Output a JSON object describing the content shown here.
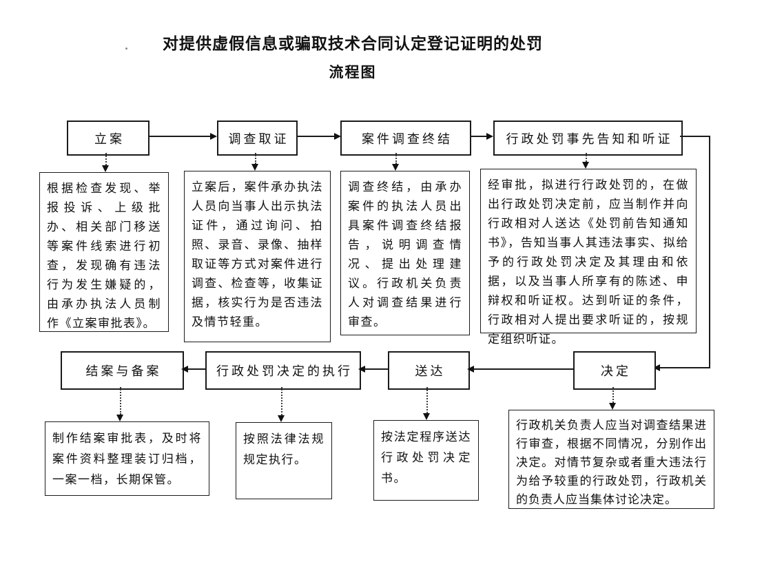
{
  "title": "对提供虚假信息或骗取技术合同认定登记证明的处罚",
  "subtitle": "流程图",
  "colors": {
    "background": "#ffffff",
    "line": "#1a1a1a",
    "text": "#111111"
  },
  "flow": {
    "forward": [
      {
        "label": "立案",
        "desc": "根据检查发现、举报投诉、上级批办、相关部门移送等案件线索进行初查，发现确有违法行为发生嫌疑的，由承办执法人员制作《立案审批表》。"
      },
      {
        "label": "调查取证",
        "desc": "立案后，案件承办执法人员向当事人出示执法证件，通过询问、拍照、录音、录像、抽样取证等方式对案件进行调查、检查等，收集证据，核实行为是否违法及情节轻重。"
      },
      {
        "label": "案件调查终结",
        "desc": "调查终结，由承办案件的执法人员出具案件调查终结报告，说明调查情况、提出处理建议。行政机关负责人对调查结果进行审查。"
      },
      {
        "label": "行政处罚事先告知和听证",
        "desc": "经审批，拟进行行政处罚的，在做出行政处罚决定前，应当制作并向行政相对人送达《处罚前告知通知书》，告知当事人其违法事实、拟给予的行政处罚决定及其理由和依据，以及当事人所享有的陈述、申辩权和听证权。达到听证的条件，行政相对人提出要求听证的，按规定组织听证。"
      }
    ],
    "backward": [
      {
        "label": "结案与备案",
        "desc": "制作结案审批表，及时将案件资料整理装订归档，一案一档，长期保管。"
      },
      {
        "label": "行政处罚决定的执行",
        "desc": "按照法律法规规定执行。"
      },
      {
        "label": "送达",
        "desc": "按法定程序送达行政处罚决定书。"
      },
      {
        "label": "决定",
        "desc": "行政机关负责人应当对调查结果进行审查，根据不同情况，分别作出决定。对情节复杂或者重大违法行为给予较重的行政处罚，行政机关的负责人应当集体讨论决定。"
      }
    ]
  }
}
